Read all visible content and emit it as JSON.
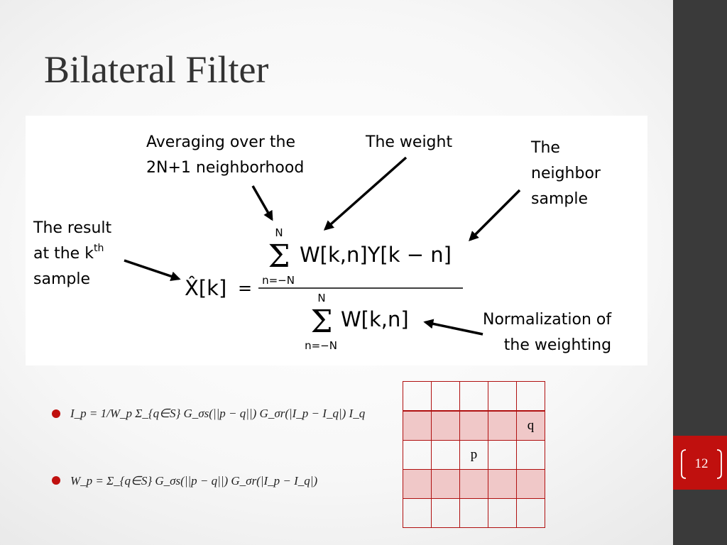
{
  "slide": {
    "title": "Bilateral Filter",
    "page_number": "12"
  },
  "diagram": {
    "annotation_averaging": [
      "Averaging over the",
      "2N+1 neighborhood"
    ],
    "annotation_weight": "The weight",
    "annotation_neighbor": [
      "The",
      "neighbor",
      "sample"
    ],
    "annotation_result": [
      "The result",
      "at the k",
      "th",
      "sample"
    ],
    "annotation_normalization": [
      "Normalization of",
      "the weighting"
    ],
    "formula": {
      "lhs": "X̂[k]",
      "numerator_sum": "Σ",
      "numerator_upper": "N",
      "numerator_lower": "n=−N",
      "numerator_terms": "W[k,n]Y[k − n]",
      "denominator_sum": "Σ",
      "denominator_upper": "N",
      "denominator_lower": "n=−N",
      "denominator_terms": "W[k,n]"
    }
  },
  "bullets": [
    "I_p = 1/W_p Σ_{q∈S} G_σs(||p − q||) G_σr(|I_p − I_q|) I_q",
    "W_p = Σ_{q∈S} G_σs(||p − q||) G_σr(|I_p − I_q|)"
  ],
  "grid": {
    "rows": [
      [
        "",
        "",
        "",
        "",
        ""
      ],
      [
        "",
        "",
        "",
        "",
        "q"
      ],
      [
        "",
        "",
        "p",
        "",
        ""
      ],
      [
        "",
        "",
        "",
        "",
        ""
      ],
      [
        "",
        "",
        "",
        "",
        ""
      ]
    ],
    "shaded_rows": [
      1,
      3
    ]
  },
  "colors": {
    "accent": "#c0100e",
    "side_panel": "#3a3a3a",
    "grid_border": "#b01010",
    "grid_shade": "#f0c8c8"
  }
}
